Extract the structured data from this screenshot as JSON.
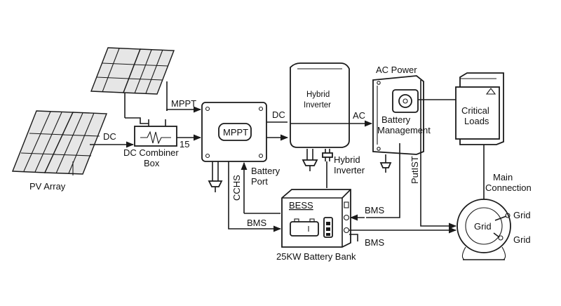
{
  "labels": {
    "pv_array": "PV Array",
    "dc_left": "DC",
    "dc_combiner_1": "DC Combiner",
    "dc_combiner_2": "Box",
    "num_15": "15",
    "mppt_top": "MPPT",
    "mppt_box": "MPPT",
    "dc_mid": "DC",
    "hybrid_inv_1": "Hybrid",
    "hybrid_inv_2": "Inverter",
    "ac": "AC",
    "ac_power": "AC Power",
    "battery_mgmt_1": "Battery",
    "battery_mgmt_2": "Management",
    "critical_1": "Critical",
    "critical_2": "Loads",
    "battery_port_1": "Battery",
    "battery_port_2": "Port",
    "hybrid_inv_lower_1": "Hybrid",
    "hybrid_inv_lower_2": "Inverter",
    "cchs": "CCHS",
    "putist": "PutIST",
    "bess": "BESS",
    "bms_right": "BMS",
    "bms_left": "BMS",
    "bms_bottom": "BMS",
    "battery_bank": "25KW Battery Bank",
    "main_conn_1": "Main",
    "main_conn_2": "Connection",
    "grid_center": "Grid",
    "grid_right_1": "Grid",
    "grid_right_2": "Grid"
  },
  "colors": {
    "stroke": "#1a1a1a",
    "background": "#ffffff",
    "shade": "#e6e6e6"
  }
}
